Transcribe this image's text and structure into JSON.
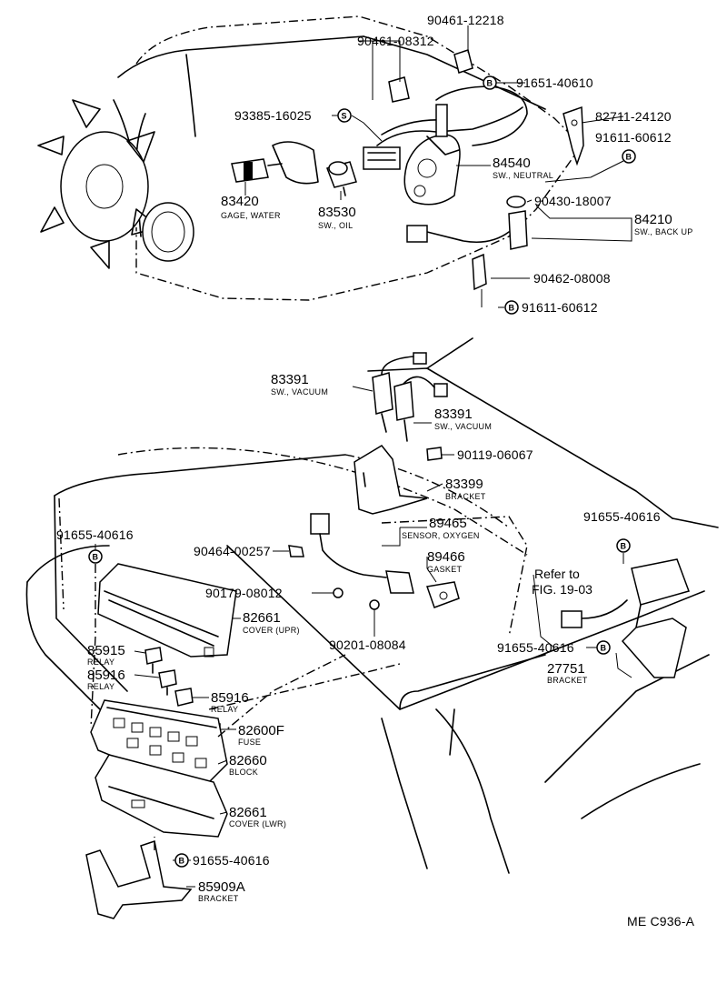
{
  "diagram": {
    "code": "ME  C936-A",
    "refer_line1": "Refer to",
    "refer_line2": "FIG. 19-03",
    "badges": {
      "b": "B",
      "s": "S"
    },
    "parts": {
      "p90461_12218": "90461-12218",
      "p90461_08312": "90461-08312",
      "p91651_40610": "91651-40610",
      "p93385_16025": "93385-16025",
      "p82711_24120": "82711-24120",
      "p91611_60612_a": "91611-60612",
      "p84540": "84540",
      "p84540_cap": "SW., NEUTRAL",
      "p83420": "83420",
      "p83420_cap": "GAGE, WATER",
      "p83530": "83530",
      "p83530_cap": "SW., OIL",
      "p90430_18007": "90430-18007",
      "p84210": "84210",
      "p84210_cap": "SW., BACK UP",
      "p90462_08008": "90462-08008",
      "p91611_60612_b": "91611-60612",
      "p83391_a": "83391",
      "p83391_a_cap": "SW., VACUUM",
      "p83391_b": "83391",
      "p83391_b_cap": "SW., VACUUM",
      "p90119_06067": "90119-06067",
      "p83399": "83399",
      "p83399_cap": "BRACKET",
      "p91655_40616_a": "91655-40616",
      "p91655_40616_b": "91655-40616",
      "p91655_40616_c": "91655-40616",
      "p91655_40616_d": "91655-40616",
      "p89465": "89465",
      "p89465_cap": "SENSOR, OXYGEN",
      "p90464_00257": "90464-00257",
      "p89466": "89466",
      "p89466_cap": "GASKET",
      "p90179_08012": "90179-08012",
      "p82661_a": "82661",
      "p82661_a_cap": "COVER (UPR)",
      "p90201_08084": "90201-08084",
      "p85915": "85915",
      "p85915_cap": "RELAY",
      "p85916_a": "85916",
      "p85916_a_cap": "RELAY",
      "p85916_b": "85916",
      "p85916_b_cap": "RELAY",
      "p27751": "27751",
      "p27751_cap": "BRACKET",
      "p82600f": "82600F",
      "p82600f_cap": "FUSE",
      "p82660": "82660",
      "p82660_cap": "BLOCK",
      "p82661_b": "82661",
      "p82661_b_cap": "COVER (LWR)",
      "p85909a": "85909A",
      "p85909a_cap": "BRACKET"
    }
  }
}
